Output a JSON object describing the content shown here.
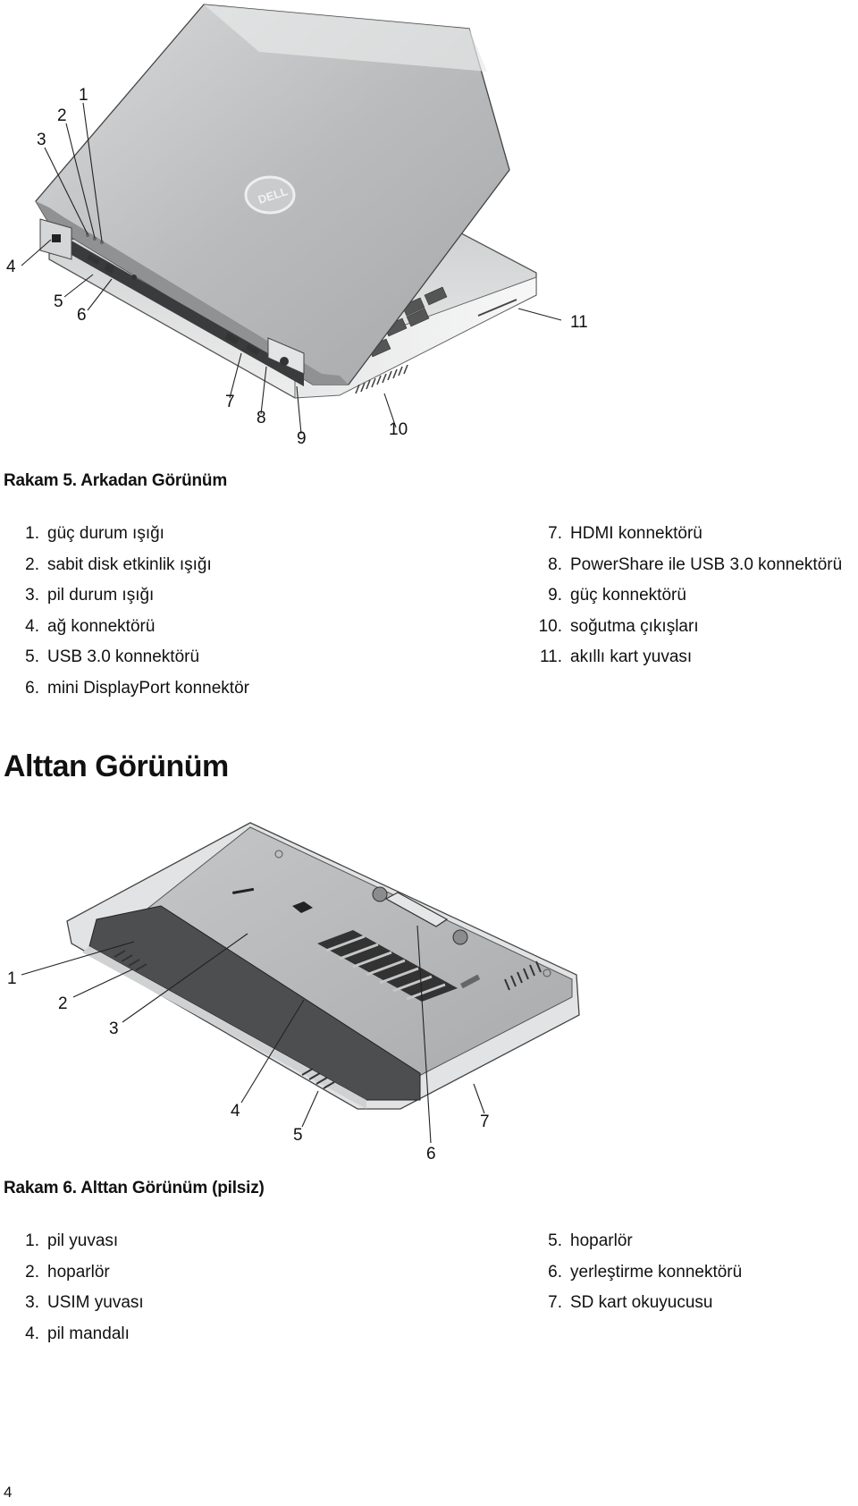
{
  "figure5": {
    "callouts": [
      "1",
      "2",
      "3",
      "4",
      "5",
      "6",
      "7",
      "8",
      "9",
      "10",
      "11"
    ],
    "caption": "Rakam 5. Arkadan Görünüm",
    "items": [
      {
        "num": "1.",
        "text": "güç durum ışığı"
      },
      {
        "num": "2.",
        "text": "sabit disk etkinlik ışığı"
      },
      {
        "num": "3.",
        "text": "pil durum ışığı"
      },
      {
        "num": "4.",
        "text": "ağ konnektörü"
      },
      {
        "num": "5.",
        "text": "USB 3.0 konnektörü"
      },
      {
        "num": "6.",
        "text": "mini DisplayPort konnektör"
      },
      {
        "num": "7.",
        "text": "HDMI konnektörü"
      },
      {
        "num": "8.",
        "text": "PowerShare ile USB 3.0 konnektörü"
      },
      {
        "num": "9.",
        "text": "güç konnektörü"
      },
      {
        "num": "10.",
        "text": "soğutma çıkışları"
      },
      {
        "num": "11.",
        "text": "akıllı kart yuvası"
      }
    ]
  },
  "section": {
    "heading": "Alttan Görünüm"
  },
  "figure6": {
    "callouts": [
      "1",
      "2",
      "3",
      "4",
      "5",
      "6",
      "7"
    ],
    "caption": "Rakam 6. Alttan Görünüm (pilsiz)",
    "items": [
      {
        "num": "1.",
        "text": "pil yuvası"
      },
      {
        "num": "2.",
        "text": "hoparlör"
      },
      {
        "num": "3.",
        "text": "USIM yuvası"
      },
      {
        "num": "4.",
        "text": "pil mandalı"
      },
      {
        "num": "5.",
        "text": "hoparlör"
      },
      {
        "num": "6.",
        "text": "yerleştirme konnektörü"
      },
      {
        "num": "7.",
        "text": "SD kart okuyucusu"
      }
    ]
  },
  "footer": {
    "page_number": "4"
  }
}
